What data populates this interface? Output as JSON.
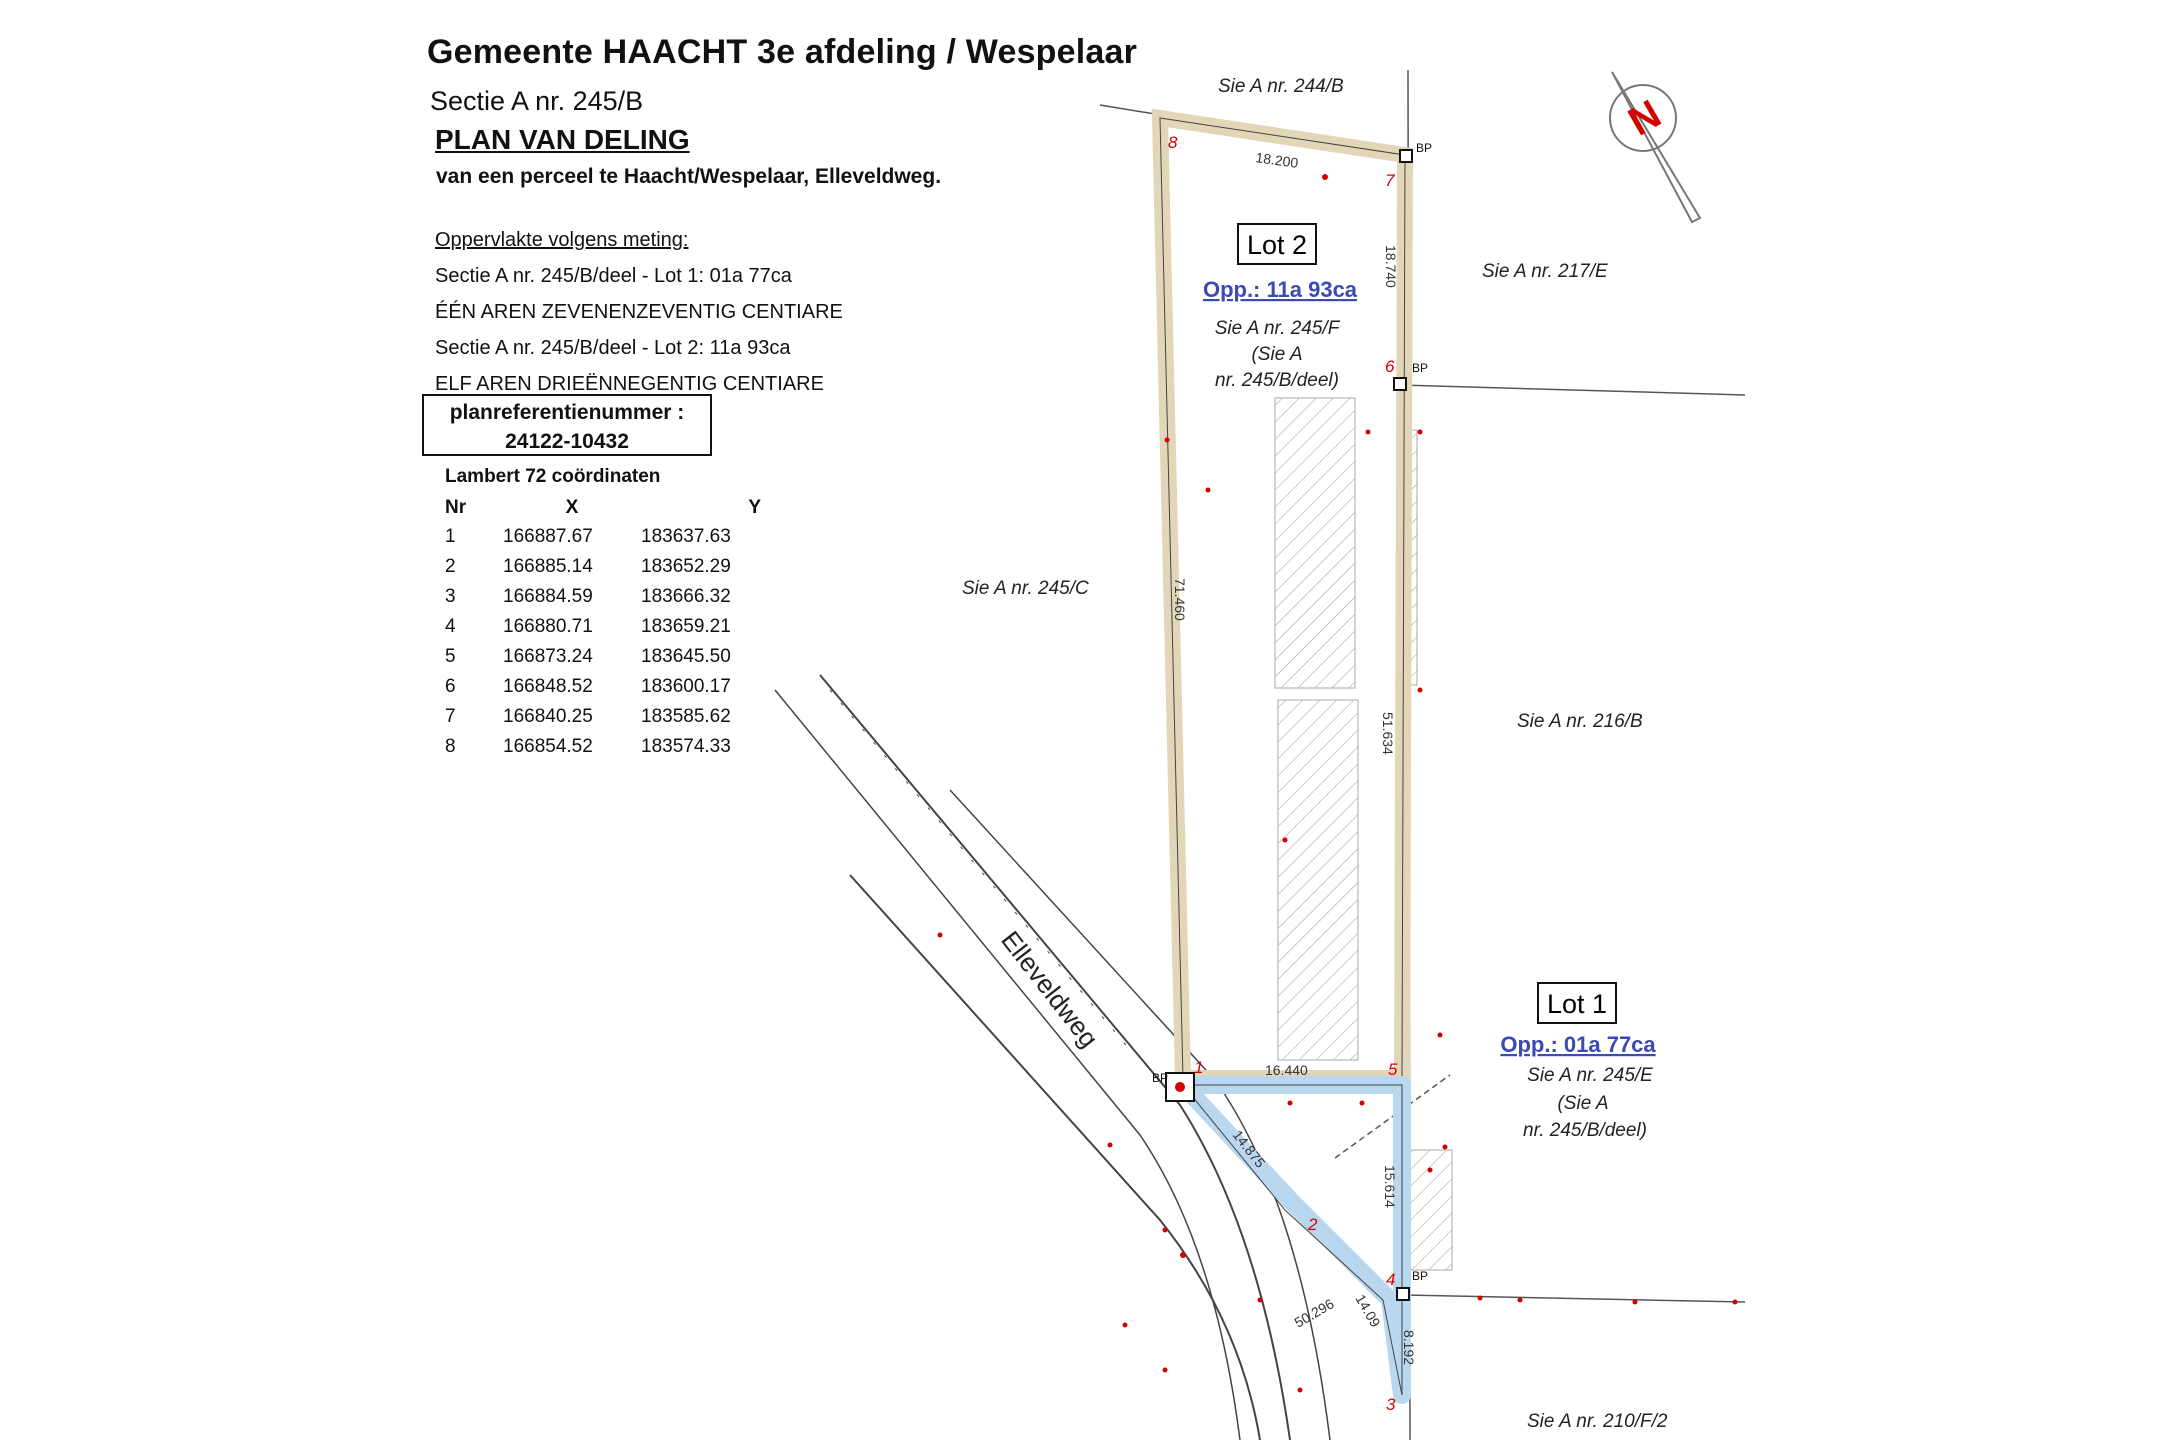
{
  "header": {
    "title": "Gemeente HAACHT 3e afdeling / Wespelaar",
    "subtitle": "Sectie A nr. 245/B",
    "plan_title": "PLAN VAN DELING",
    "plan_description": "van een perceel te Haacht/Wespelaar, Elleveldweg."
  },
  "area": {
    "heading": "Oppervlakte volgens meting:",
    "lines": [
      "Sectie A nr. 245/B/deel - Lot 1: 01a 77ca",
      "ÉÉN AREN ZEVENENZEVENTIG CENTIARE",
      "Sectie A nr. 245/B/deel - Lot 2: 11a 93ca",
      "ELF AREN DRIEËNNEGENTIG CENTIARE"
    ]
  },
  "reference": {
    "label": "planreferentienummer :",
    "number": "24122-10432"
  },
  "coordinates": {
    "title": "Lambert 72 coördinaten",
    "headers": [
      "Nr",
      "X",
      "Y"
    ],
    "rows": [
      [
        "1",
        "166887.67",
        "183637.63"
      ],
      [
        "2",
        "166885.14",
        "183652.29"
      ],
      [
        "3",
        "166884.59",
        "183666.32"
      ],
      [
        "4",
        "166880.71",
        "183659.21"
      ],
      [
        "5",
        "166873.24",
        "183645.50"
      ],
      [
        "6",
        "166848.52",
        "183600.17"
      ],
      [
        "7",
        "166840.25",
        "183585.62"
      ],
      [
        "8",
        "166854.52",
        "183574.33"
      ]
    ]
  },
  "lots": [
    {
      "label": "Lot 2",
      "area": "Opp.: 11a 93ca",
      "parcel": [
        "Sie A nr. 245/F",
        "(Sie A",
        "nr. 245/B/deel)"
      ]
    },
    {
      "label": "Lot 1",
      "area": "Opp.: 01a 77ca",
      "parcel": [
        "Sie A nr. 245/E",
        "(Sie A",
        "nr. 245/B/deel)"
      ]
    }
  ],
  "neighbours": {
    "n244": "Sie A nr. 244/B",
    "n217": "Sie A nr. 217/E",
    "n245c": "Sie A nr. 245/C",
    "n216": "Sie A nr. 216/B",
    "n210": "Sie A nr. 210/F/2"
  },
  "street": "Elleveldweg",
  "dimensions": {
    "top": "18.200",
    "right_upper": "18.740",
    "left": "71.460",
    "right_middle": "51.634",
    "divider": "16.440",
    "diag": "14.875",
    "lot1_right": "15.614",
    "lower_a": "14.09",
    "lower_b": "8.192",
    "lower_c": "50.296"
  },
  "points": [
    "1",
    "2",
    "3",
    "4",
    "5",
    "6",
    "7",
    "8"
  ],
  "bp_label": "BP",
  "north_label": "N",
  "colors": {
    "lot2_border": "#e3d6b8",
    "lot1_fill": "#b9d7ee",
    "point_red": "#d40000",
    "area_blue": "#3b4ab5"
  }
}
